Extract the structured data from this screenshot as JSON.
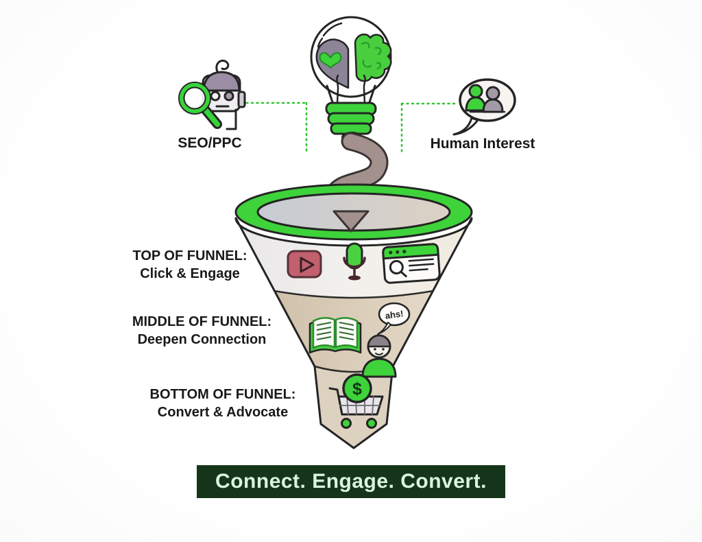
{
  "sources": {
    "left": {
      "label": "SEO/PPC",
      "icon": "robot-search-icon"
    },
    "right": {
      "label": "Human Interest",
      "icon": "people-chat-icon"
    }
  },
  "idea": {
    "icon": "lightbulb-heart-brain-icon"
  },
  "funnel": {
    "stages": [
      {
        "title": "TOP OF FUNNEL:",
        "subtitle": "Click & Engage",
        "icons": [
          "video-play-icon",
          "podcast-microphone-icon",
          "browser-search-icon"
        ]
      },
      {
        "title": "MIDDLE OF FUNNEL:",
        "subtitle": "Deepen Connection",
        "icons": [
          "open-book-icon",
          "person-testimonial-icon"
        ],
        "speech_bubble_text": "ahs!"
      },
      {
        "title": "BOTTOM OF FUNNEL:",
        "subtitle": "Convert & Advocate",
        "icons": [
          "shopping-cart-dollar-icon"
        ],
        "dollar_sign": "$"
      }
    ]
  },
  "banner": {
    "text": "Connect. Engage. Convert."
  },
  "colors": {
    "accent_green": "#3ed33a",
    "dark_outline": "#242424",
    "banner_bg": "#15341a",
    "banner_text": "#d9f6dc",
    "funnel_beige": "#d8cbb8",
    "funnel_mouth_gray": "#c7cbd4",
    "arrow_taupe": "#a3918d",
    "play_button_red": "#c2606d",
    "heart_gray": "#8c8497"
  }
}
